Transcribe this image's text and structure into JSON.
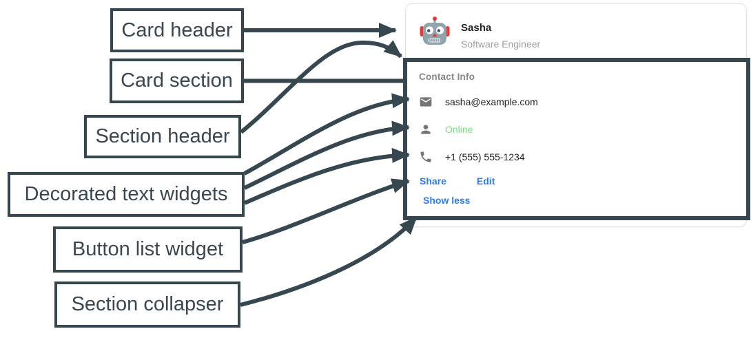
{
  "annotations": {
    "labels": [
      {
        "id": "card-header",
        "text": "Card header"
      },
      {
        "id": "card-section",
        "text": "Card section"
      },
      {
        "id": "section-header",
        "text": "Section header"
      },
      {
        "id": "decorated-text",
        "text": "Decorated text widgets"
      },
      {
        "id": "button-list",
        "text": "Button list widget"
      },
      {
        "id": "section-collapser",
        "text": "Section collapser"
      }
    ],
    "arrow_color": "#37474f"
  },
  "card": {
    "header": {
      "name": "Sasha",
      "role": "Software Engineer",
      "avatar_icon": "robot-avatar-icon"
    },
    "section": {
      "title": "Contact Info",
      "rows": [
        {
          "icon": "mail-icon",
          "text": "sasha@example.com"
        },
        {
          "icon": "person-icon",
          "text": "Online"
        },
        {
          "icon": "phone-icon",
          "text": "+1 (555) 555-1234"
        }
      ],
      "buttons": [
        {
          "label": "Share"
        },
        {
          "label": "Edit"
        }
      ],
      "collapser": "Show less"
    },
    "colors": {
      "accent_blue": "#2b7de9",
      "online_green": "#78db7d",
      "primary_text": "#212121",
      "secondary_text": "#9aa0a6",
      "icon_gray": "#757575"
    }
  }
}
